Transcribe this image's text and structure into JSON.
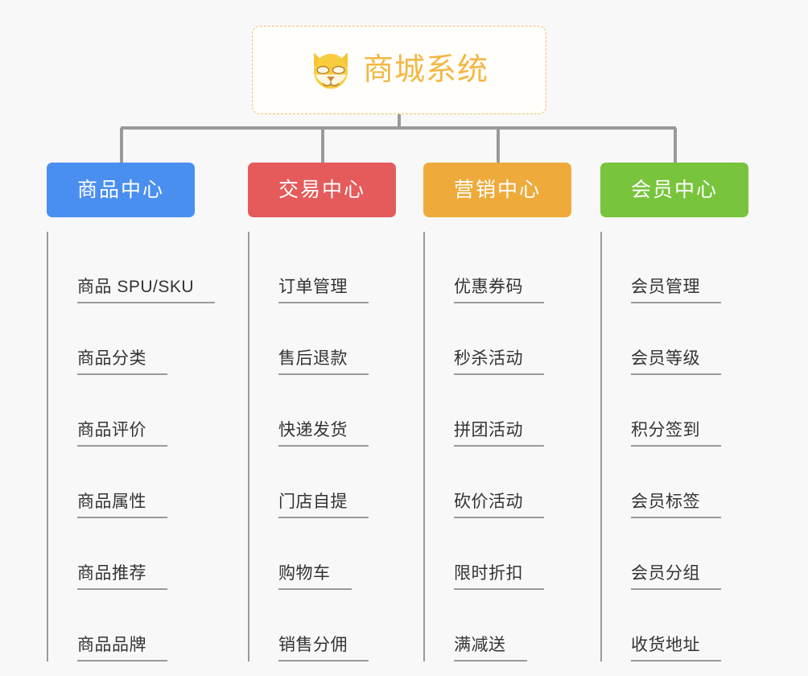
{
  "root": {
    "title": "商城系统",
    "icon": "shiba-dog-face-icon",
    "accent_color": "#f3b743",
    "border_color": "#f0c068",
    "background": "#fffefb"
  },
  "canvas": {
    "background": "#f8f8f8",
    "connector_color": "#9a9a9a"
  },
  "columns": [
    {
      "title": "商品中心",
      "color": "#4a8ff0",
      "items": [
        "商品 SPU/SKU",
        "商品分类",
        "商品评价",
        "商品属性",
        "商品推荐",
        "商品品牌"
      ]
    },
    {
      "title": "交易中心",
      "color": "#e55b5b",
      "items": [
        "订单管理",
        "售后退款",
        "快递发货",
        "门店自提",
        "购物车",
        "销售分佣"
      ]
    },
    {
      "title": "营销中心",
      "color": "#eeab3c",
      "items": [
        "优惠券码",
        "秒杀活动",
        "拼团活动",
        "砍价活动",
        "限时折扣",
        "满减送"
      ]
    },
    {
      "title": "会员中心",
      "color": "#78c43c",
      "items": [
        "会员管理",
        "会员等级",
        "积分签到",
        "会员标签",
        "会员分组",
        "收货地址"
      ]
    }
  ]
}
